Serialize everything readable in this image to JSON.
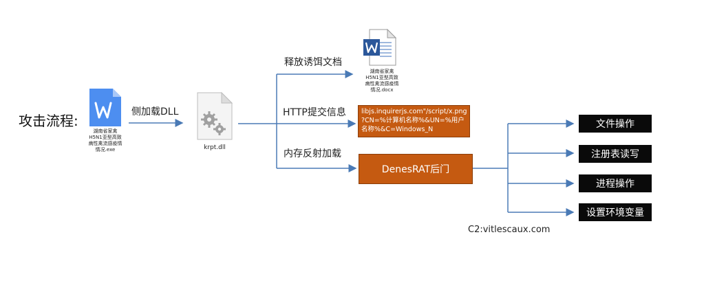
{
  "flow": {
    "title": "攻击流程:",
    "exe_caption": [
      "湖南省家禽",
      "H5N1亚型高致",
      "病性禽流感疫情",
      "情况.exe"
    ],
    "dll_caption": "krpt.dll",
    "docx_caption": [
      "湖南省家禽",
      "H5N1亚型高致",
      "病性禽流感疫情",
      "情况.docx"
    ],
    "sideload_label": "侧加载DLL",
    "branches": {
      "release_label": "释放诱饵文档",
      "http_label": "HTTP提交信息",
      "reflect_label": "内存反射加载"
    },
    "http_box_lines": [
      "libjs.inquirerjs.com\"/script/x.png",
      "?CN=%计算机名称%&UN=%用户",
      "名称%&C=Windows_N"
    ],
    "backdoor": "DenesRAT后门",
    "operations": [
      "文件操作",
      "注册表读写",
      "进程操作",
      "设置环境变量"
    ],
    "c2": "C2:vitlescaux.com"
  },
  "colors": {
    "arrow": "#4a7ab5",
    "word_blue": "#2b579a",
    "wps_blue": "#4d8ef0",
    "orange": "#c55a11",
    "op_box": "#0a0a0a"
  }
}
